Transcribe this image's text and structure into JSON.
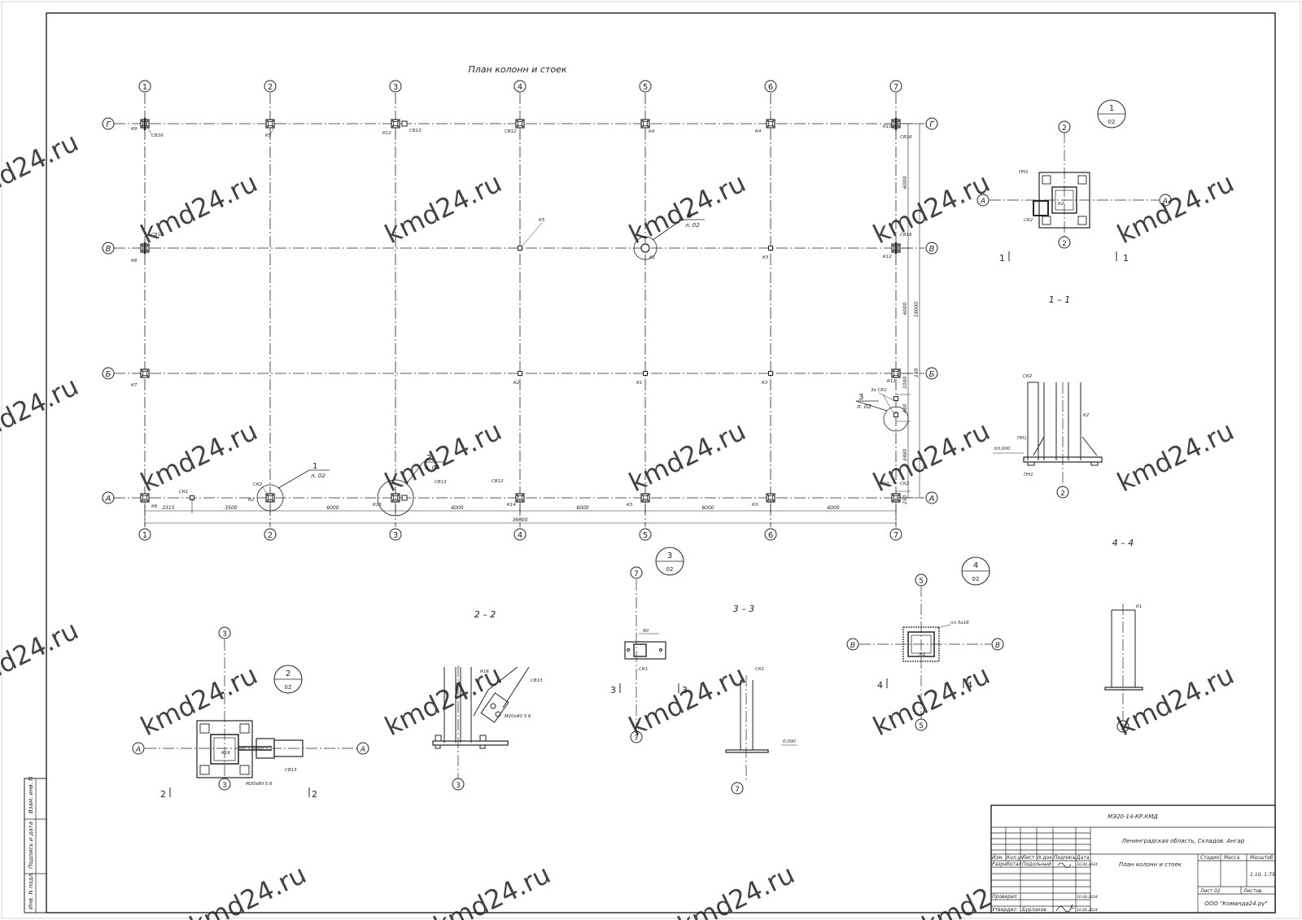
{
  "drawing": {
    "plan_title": "План колонн и стоек",
    "axes_numbers": [
      "1",
      "2",
      "3",
      "4",
      "5",
      "6",
      "7"
    ],
    "axes_letters": [
      "Г",
      "В",
      "Б",
      "А"
    ],
    "dimensions": {
      "bottom_spans": [
        "2315",
        "3500",
        "6000",
        "6000",
        "6000",
        "6000",
        "6000"
      ],
      "total_length": "36000",
      "right_spans": [
        "6000",
        "6000",
        "1000",
        "3480",
        "250"
      ],
      "right_total": "18000",
      "right_small": [
        "150",
        "480"
      ]
    },
    "plan_labels": {
      "row_G": [
        "К9",
        "СВ16",
        "К5",
        "К12",
        "СВ13",
        "СВ12",
        "К4",
        "К4",
        "К10",
        "СВ16"
      ],
      "row_V": [
        "СВ16",
        "К8",
        "К5",
        "К1",
        "К3",
        "К12",
        "СВ16"
      ],
      "row_B": [
        "К7",
        "К2",
        "К1",
        "К3",
        "К11"
      ],
      "row_A": [
        "К6",
        "СК1",
        "СК2",
        "К2",
        "К16",
        "СВ13",
        "СВ12",
        "К14",
        "К3",
        "К3",
        "К10",
        "СК2"
      ],
      "callout_3": "3х СК1"
    },
    "callouts": [
      {
        "num": "1",
        "sheet": "л. 02"
      },
      {
        "num": "2",
        "sheet": "л. 02"
      },
      {
        "num": "3",
        "sheet": "л. 02"
      },
      {
        "num": "4",
        "sheet": "л. 02"
      }
    ],
    "node_markers": [
      {
        "num": "1",
        "sheet": "02"
      },
      {
        "num": "2",
        "sheet": "02"
      },
      {
        "num": "3",
        "sheet": "02"
      },
      {
        "num": "4",
        "sheet": "02"
      }
    ],
    "section_titles": [
      "1 – 1",
      "2 – 2",
      "3 – 3",
      "4 – 4"
    ],
    "section_marks": [
      "1",
      "1",
      "2",
      "2",
      "3",
      "3",
      "4",
      "4"
    ],
    "detail_labels": {
      "d1": [
        "ПН1",
        "СК2",
        "К2"
      ],
      "s11": [
        "СК2",
        "К2",
        "ПН1",
        "ПН1",
        "±0,000"
      ],
      "d2": [
        "К16",
        "М20х80 5.6",
        "СВ13"
      ],
      "s22": [
        "К16",
        "СВ13",
        "М20х80 5.6"
      ],
      "d3": [
        "90",
        "СК1"
      ],
      "s33": [
        "СК1",
        "0,000"
      ],
      "d4": [
        "К1",
        "пл 5х18"
      ],
      "s44": [
        "К1"
      ]
    },
    "watermark": "kmd24.ru"
  },
  "side_stamp": [
    "Взам. инв. N",
    "Подпись и дата",
    "Инв. N подл."
  ],
  "title_block": {
    "code": "МЭ20-14-КР.КМД",
    "object": "Ленинградская область, Складов. Ангар",
    "sheet_title": "План колонн и стоек",
    "headers": [
      "Изм.",
      "Кол.уч",
      "Лист",
      "N док.",
      "Подпись",
      "Дата"
    ],
    "row_dev": {
      "role": "Разработал",
      "name": "Подольный",
      "date": "10.08.2024"
    },
    "row_check": {
      "role": "Проверил",
      "name": "",
      "date": "10.08.2024"
    },
    "row_appr": {
      "role": "Утвердил",
      "name": "Бурлаков",
      "date": "10.08.2024"
    },
    "stage_head": [
      "Стадия",
      "Масса",
      "Масштаб"
    ],
    "scale": "1:10, 1:75",
    "sheet_label": "Лист 02",
    "sheets_label": "Листов",
    "company": "ООО \"Команда24.ру\""
  }
}
